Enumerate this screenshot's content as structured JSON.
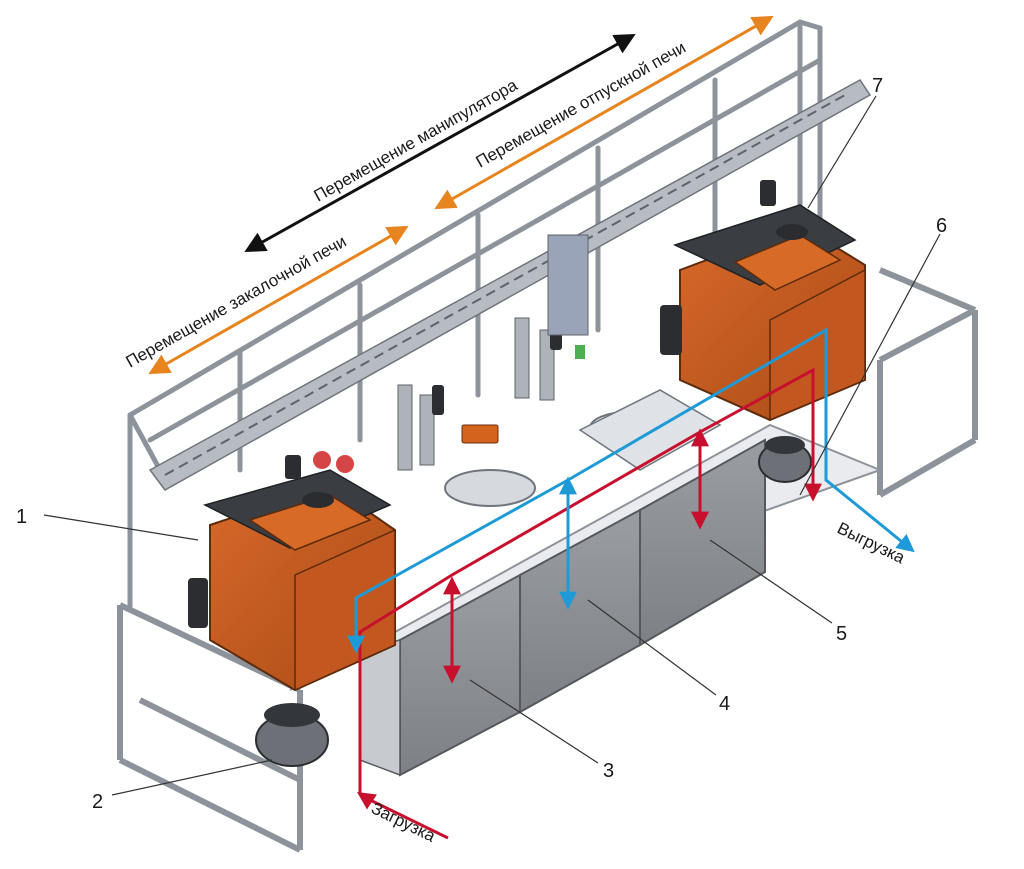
{
  "captions": {
    "manipulator": "Перемещение манипулятора",
    "tempering": "Перемещение отпускной печи",
    "quench": "Перемещение закалочной печи",
    "unload": "Выгрузка",
    "load": "Загрузка"
  },
  "callouts": [
    "1",
    "2",
    "3",
    "4",
    "5",
    "6",
    "7"
  ],
  "colors": {
    "black_arrow": "#111111",
    "orange_arrow": "#e8841e",
    "red_path": "#c8102e",
    "blue_path": "#1e9ad6",
    "furnace": "#c8581e",
    "furnace_dark": "#8f3a10",
    "frame": "#9aa0a6",
    "panel": "#8c8f94",
    "lid": "#3a3d42"
  }
}
